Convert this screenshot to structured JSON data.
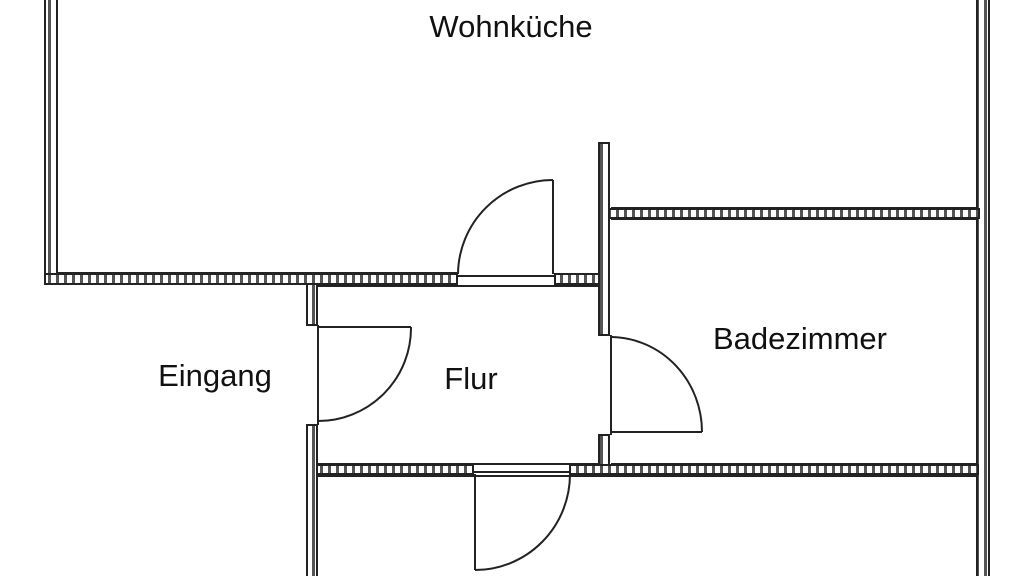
{
  "rooms": {
    "kitchen": "Wohnküche",
    "bathroom": "Badezimmer",
    "entrance": "Eingang",
    "hallway": "Flur"
  },
  "colors": {
    "line": "#222222",
    "background": "#ffffff"
  }
}
